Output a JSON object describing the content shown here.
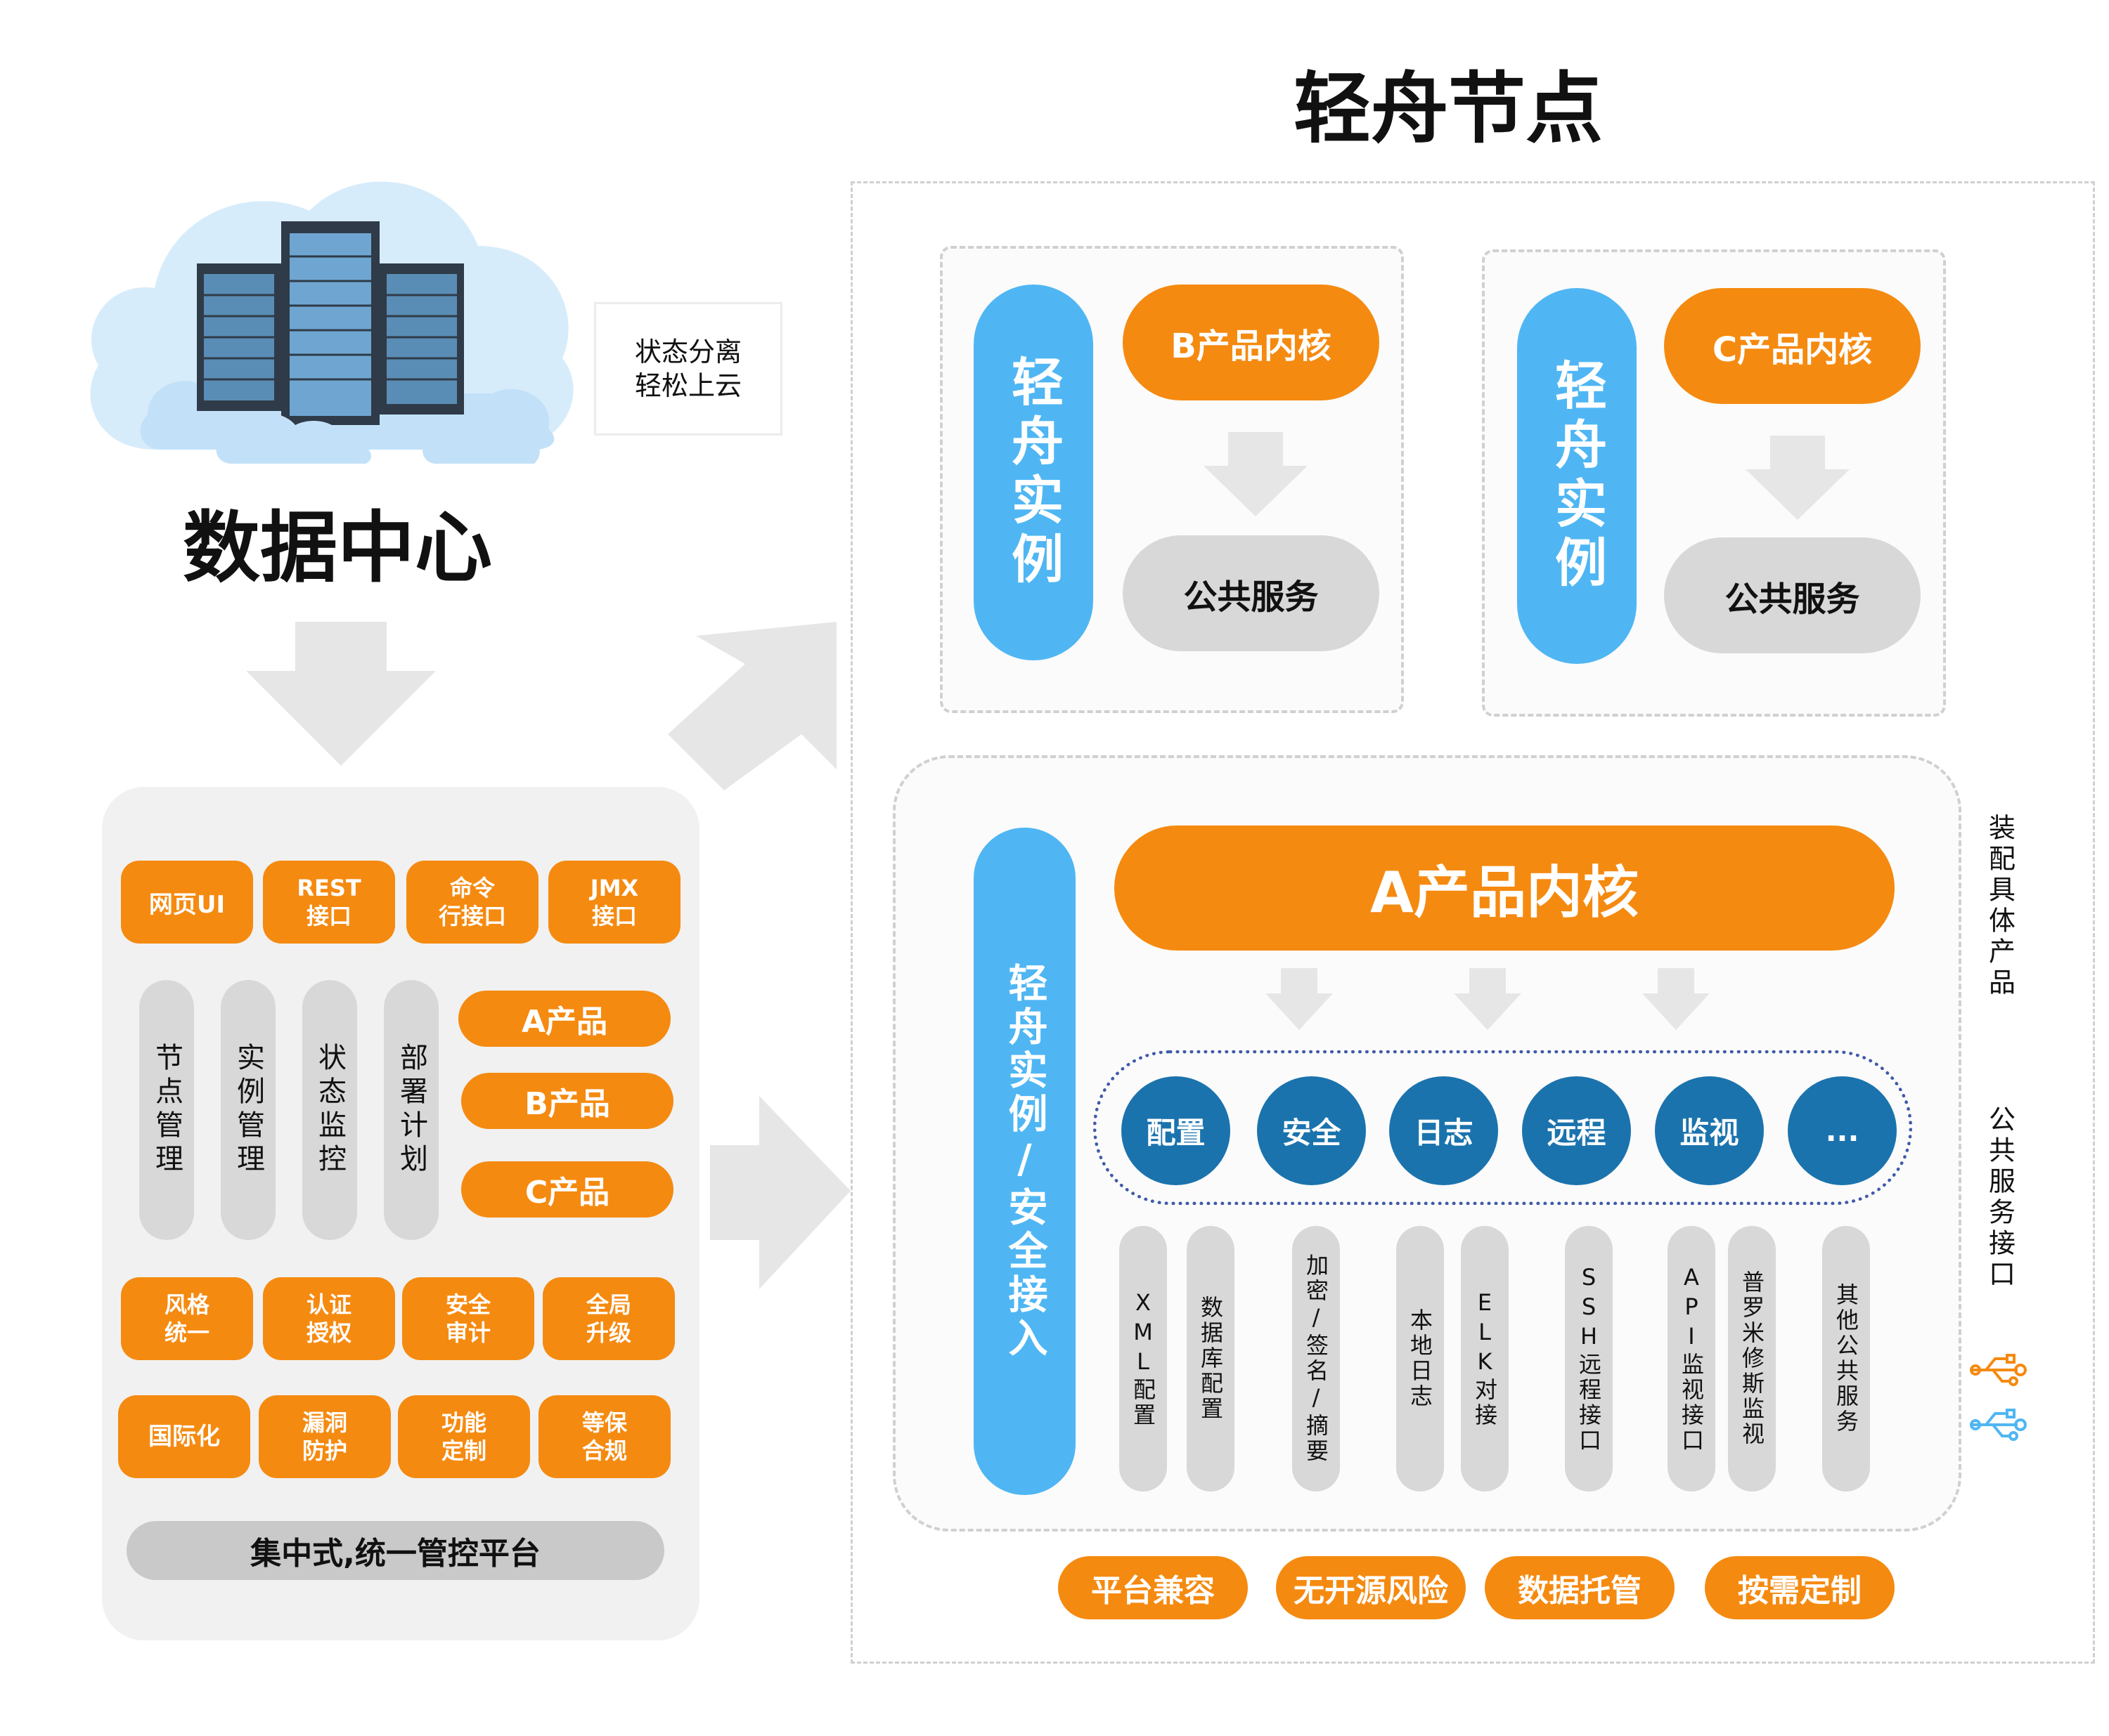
{
  "left": {
    "cloud_note_line1": "状态分离",
    "cloud_note_line2": "轻松上云",
    "datacenter_title": "数据中心",
    "top_buttons": [
      "网页UI",
      "REST\n接口",
      "命令\n行接口",
      "JMX\n接口"
    ],
    "management_pills": [
      "节点管理",
      "实例管理",
      "状态监控",
      "部署计划"
    ],
    "products": [
      "A产品",
      "B产品",
      "C产品"
    ],
    "features_row1": [
      "风格\n统一",
      "认证\n授权",
      "安全\n审计",
      "全局\n升级"
    ],
    "features_row2": [
      "国际化",
      "漏洞\n防护",
      "功能\n定制",
      "等保\n合规"
    ],
    "platform_label": "集中式,统一管控平台"
  },
  "right": {
    "title": "轻舟节点",
    "instance_b": {
      "instance_label": "轻舟实例",
      "kernel": "B产品内核",
      "service": "公共服务"
    },
    "instance_c": {
      "instance_label": "轻舟实例",
      "kernel": "C产品内核",
      "service": "公共服务"
    },
    "access_label": "轻舟实例/安全接入",
    "kernel_a": "A产品内核",
    "services": [
      "配置",
      "安全",
      "日志",
      "远程",
      "监视",
      "..."
    ],
    "interfaces": [
      "XML配置",
      "数据库配置",
      "加密/签名/摘要",
      "本地日志",
      "ELK对接",
      "SSH远程接口",
      "API监视接口",
      "普罗米修斯监视",
      "其他公共服务"
    ],
    "side_label_1": "装配具体产品",
    "side_label_2": "公共服务接口",
    "bottom_tags": [
      "平台兼容",
      "无开源风险",
      "数据托管",
      "按需定制"
    ]
  },
  "colors": {
    "orange": "#f58a10",
    "blue": "#4fb6f3",
    "dark_blue": "#1b73ad",
    "grey": "#d8d8d8",
    "usb_orange": "#f58a10",
    "usb_blue": "#4fb6f3"
  }
}
